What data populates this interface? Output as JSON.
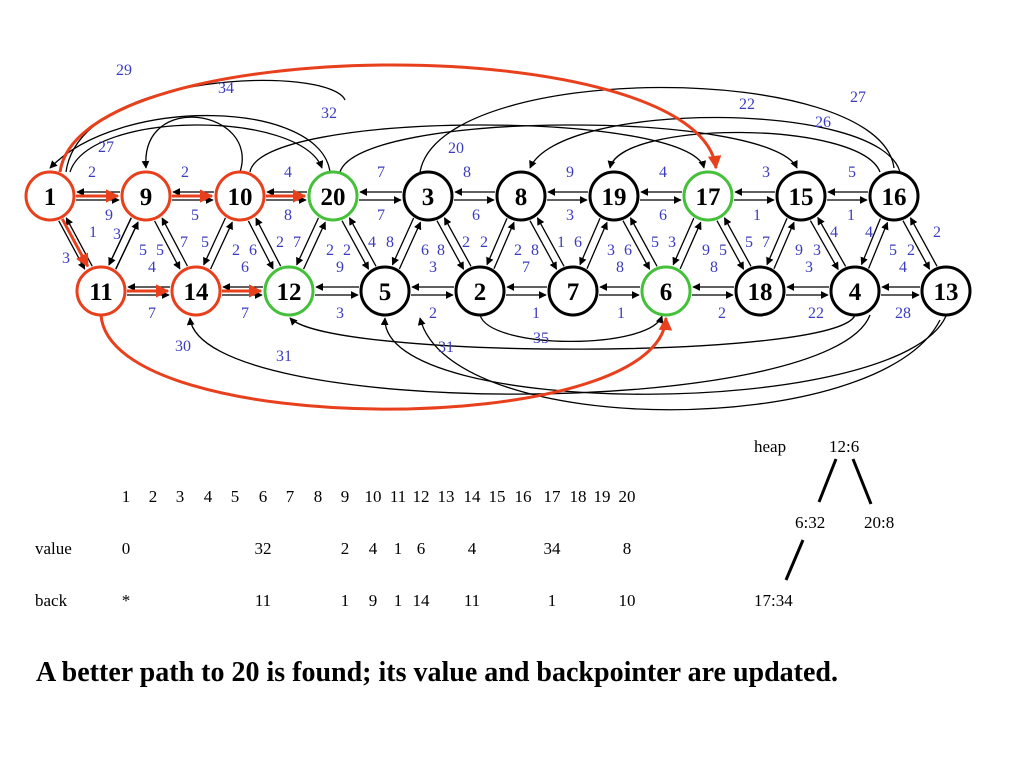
{
  "colors": {
    "highlight": "#e8401c",
    "settled": "#44c03a",
    "normal": "#000000",
    "weight": "#3c3cc0"
  },
  "nodes": [
    {
      "label": "1",
      "state": "done"
    },
    {
      "label": "9",
      "state": "done"
    },
    {
      "label": "10",
      "state": "done"
    },
    {
      "label": "20",
      "state": "frontier"
    },
    {
      "label": "3",
      "state": "normal"
    },
    {
      "label": "8",
      "state": "normal"
    },
    {
      "label": "19",
      "state": "normal"
    },
    {
      "label": "17",
      "state": "frontier"
    },
    {
      "label": "15",
      "state": "normal"
    },
    {
      "label": "16",
      "state": "normal"
    },
    {
      "label": "11",
      "state": "done"
    },
    {
      "label": "14",
      "state": "done"
    },
    {
      "label": "12",
      "state": "frontier"
    },
    {
      "label": "5",
      "state": "normal"
    },
    {
      "label": "2",
      "state": "normal"
    },
    {
      "label": "7",
      "state": "normal"
    },
    {
      "label": "6",
      "state": "frontier"
    },
    {
      "label": "18",
      "state": "normal"
    },
    {
      "label": "4",
      "state": "normal"
    },
    {
      "label": "13",
      "state": "normal"
    }
  ],
  "weight_labels": [
    "29",
    "34",
    "32",
    "22",
    "27",
    "26",
    "27",
    "20",
    "2",
    "2",
    "4",
    "7",
    "8",
    "9",
    "4",
    "3",
    "5",
    "9",
    "5",
    "8",
    "7",
    "6",
    "3",
    "6",
    "1",
    "1",
    "1",
    "3",
    "3",
    "5",
    "5",
    "7",
    "5",
    "2",
    "6",
    "2",
    "7",
    "2",
    "2",
    "4",
    "8",
    "6",
    "8",
    "2",
    "2",
    "2",
    "8",
    "1",
    "6",
    "3",
    "6",
    "5",
    "3",
    "9",
    "5",
    "5",
    "7",
    "9",
    "3",
    "4",
    "4",
    "5",
    "2",
    "2",
    "4",
    "6",
    "9",
    "3",
    "7",
    "8",
    "8",
    "3",
    "4",
    "7",
    "7",
    "3",
    "2",
    "1",
    "1",
    "2",
    "22",
    "28",
    "35",
    "30",
    "31",
    "31"
  ],
  "table": {
    "columns": [
      "1",
      "2",
      "3",
      "4",
      "5",
      "6",
      "7",
      "8",
      "9",
      "10",
      "11",
      "12",
      "13",
      "14",
      "15",
      "16",
      "17",
      "18",
      "19",
      "20"
    ],
    "value_label": "value",
    "back_label": "back",
    "value_row": [
      "0",
      "",
      "",
      "",
      "",
      "32",
      "",
      "",
      "2",
      "4",
      "1",
      "6",
      "",
      "4",
      "",
      "",
      "34",
      "",
      "",
      "8"
    ],
    "back_row": [
      "*",
      "",
      "",
      "",
      "",
      "11",
      "",
      "",
      "1",
      "9",
      "1",
      "14",
      "",
      "11",
      "",
      "",
      "1",
      "",
      "",
      "10"
    ]
  },
  "heap": {
    "label": "heap",
    "root": "12:6",
    "left": "6:32",
    "right": "20:8",
    "leftleft": "17:34"
  },
  "caption": "A better path to 20 is found; its value and backpointer are updated."
}
